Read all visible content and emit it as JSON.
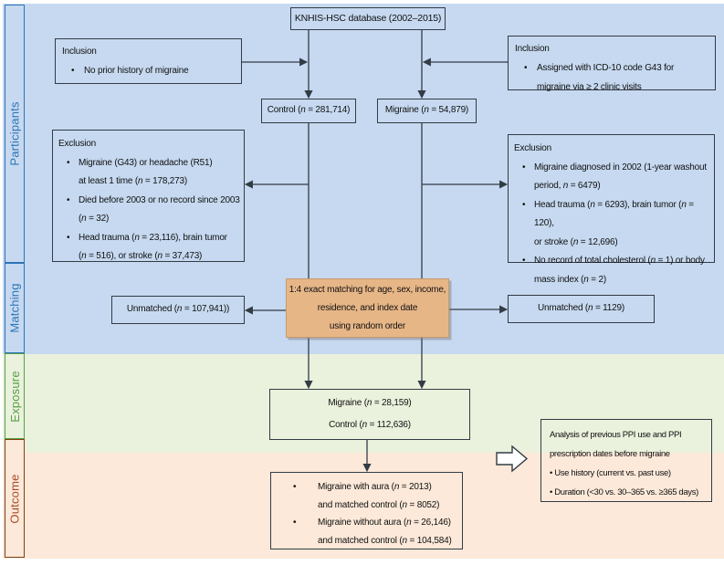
{
  "palette": {
    "band_blue": "#c6d9f0",
    "band_green": "#eaf1dc",
    "band_orange": "#fce9d9",
    "matching_fill": "#e7b687",
    "blue_accent": "#2e74b5",
    "green_accent": "#55a045",
    "outcome_border": "#7f4012",
    "outcome_text": "#a84a2b",
    "line_color": "#333b45"
  },
  "sidebar": {
    "sections": [
      {
        "label": "Participants"
      },
      {
        "label": "Matching"
      },
      {
        "label": "Exposure"
      },
      {
        "label": "Outcome"
      }
    ]
  },
  "boxes": {
    "database": {
      "text": "KNHIS-HSC database (2002–2015)"
    },
    "inclusion_left": {
      "title": "Inclusion",
      "items": [
        "No prior history of migraine"
      ]
    },
    "inclusion_right": {
      "title": "Inclusion",
      "items": [
        "Assigned with ICD-10 code G43 for\nmigraine via ≥ 2 clinic visits"
      ]
    },
    "control": {
      "text": "Control (*n* = 281,714)"
    },
    "migraine": {
      "text": "Migraine (*n* = 54,879)"
    },
    "exclusion_left": {
      "title": "Exclusion",
      "items": [
        "Migraine (G43) or headache (R51)\nat least 1 time (*n* = 178,273)",
        "Died before 2003 or no record since 2003\n(*n* = 32)",
        "Head trauma (*n* = 23,116), brain tumor\n(*n* = 516), or stroke (*n* = 37,473)"
      ]
    },
    "exclusion_right": {
      "title": "Exclusion",
      "items": [
        "Migraine diagnosed in 2002 (1-year washout\nperiod, *n* = 6479)",
        "Head trauma (*n* = 6293), brain tumor (*n* = 120),\nor stroke (*n* = 12,696)",
        "No record of total cholesterol (*n* = 1) or body\nmass index (*n* = 2)"
      ]
    },
    "matching": {
      "text": "1:4 exact matching for age, sex, income,\nresidence, and index date\nusing random order"
    },
    "unmatched_left": {
      "text": "Unmatched (*n* = 107,941))"
    },
    "unmatched_right": {
      "text": "Unmatched (*n* = 1129)"
    },
    "exposure": {
      "line1": "Migraine (*n* = 28,159)",
      "line2": "Control (*n* = 112,636)"
    },
    "outcome": {
      "items": [
        "Migraine with aura (*n* = 2013)\nand matched control (*n* = 8052)",
        "Migraine without aura (*n* = 26,146)\nand matched control (*n* = 104,584)"
      ]
    },
    "analysis": {
      "line1": "Analysis of previous PPI use and PPI",
      "line2": "prescription dates before migraine",
      "line3": "• Use history (current vs. past use)",
      "line4": "• Duration (<30 vs. 30–365 vs. ≥365 days)"
    }
  }
}
